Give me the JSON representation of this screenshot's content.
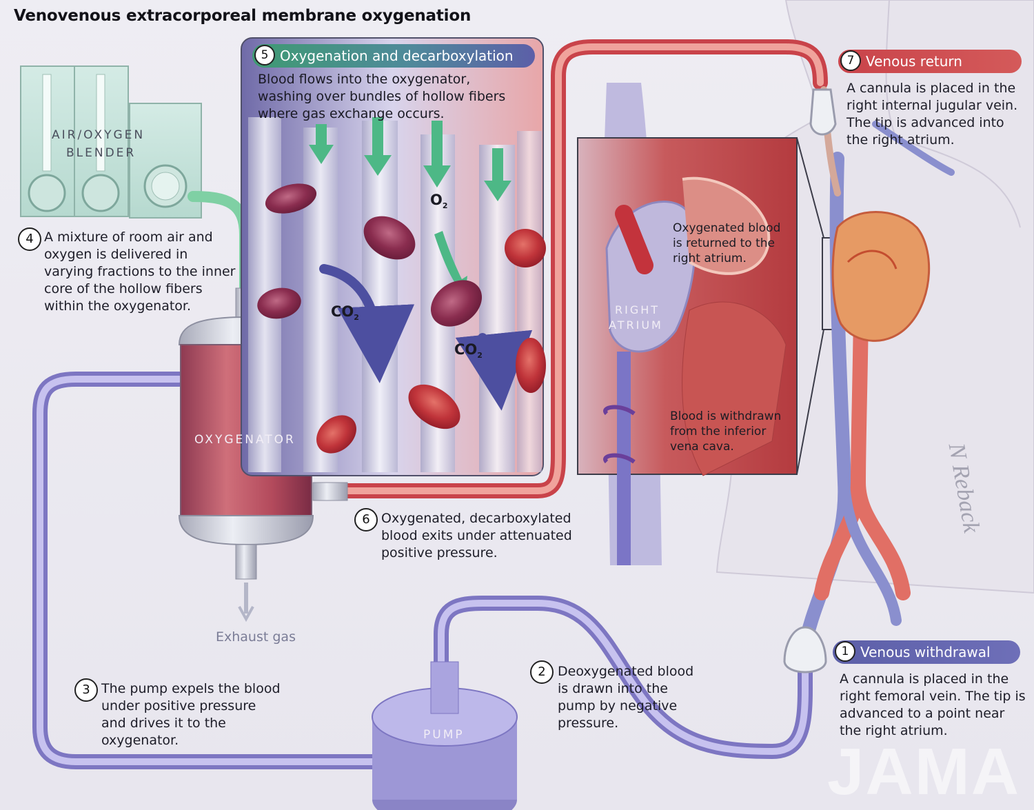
{
  "title": "Venovenous extracorporeal membrane oxygenation",
  "colors": {
    "venous": "#5c5fa8",
    "arterial": "#c9434a",
    "green": "#3f9a73",
    "tube_blue": "#8d86cf",
    "tube_red": "#e06f68"
  },
  "steps": [
    {
      "number": "1",
      "heading": "Venous withdrawal",
      "text": "A cannula is placed in the right femoral vein. The tip is advanced to a point near the right atrium."
    },
    {
      "number": "2",
      "text": "Deoxygenated blood is drawn into the pump by negative pressure."
    },
    {
      "number": "3",
      "text": "The pump expels the blood under positive pressure and drives it to the oxygenator."
    },
    {
      "number": "4",
      "text": "A mixture of room air and oxygen is delivered in varying fractions to the inner core of the hollow fibers within the oxygenator."
    },
    {
      "number": "5",
      "heading": "Oxygenation and decarboxylation",
      "text": "Blood flows into the oxygenator, washing over bundles of hollow fibers where gas exchange occurs."
    },
    {
      "number": "6",
      "text": "Oxygenated, decarboxylated blood exits under attenuated positive pressure."
    },
    {
      "number": "7",
      "heading": "Venous return",
      "text": "A cannula is placed in the right internal jugular vein. The tip is advanced into the right atrium."
    }
  ],
  "labels": {
    "blender_line1": "AIR/OXYGEN",
    "blender_line2": "BLENDER",
    "oxygenator": "OXYGENATOR",
    "pump": "PUMP",
    "exhaust": "Exhaust gas",
    "right_atrium_line1": "RIGHT",
    "right_atrium_line2": "ATRIUM",
    "gas_o2": "O",
    "gas_co2": "CO",
    "subscript_2": "2"
  },
  "inset": {
    "oxygenated_text": "Oxygenated blood is returned to the right atrium.",
    "withdrawn_text": "Blood is withdrawn from the inferior vena cava."
  },
  "credits": {
    "publisher": "JAMA",
    "signature": "N Reback"
  }
}
